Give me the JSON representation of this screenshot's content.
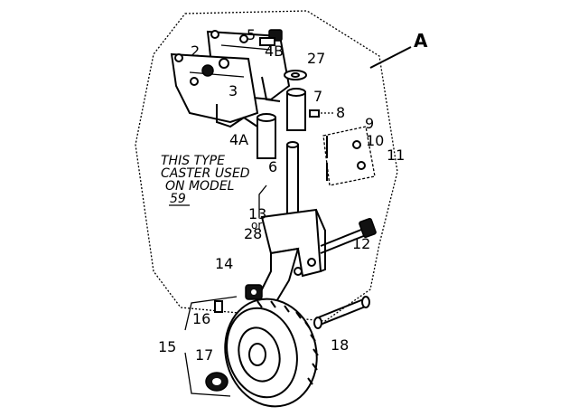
{
  "callouts": {
    "a": "A",
    "n2": "2",
    "n3": "3",
    "n4a": "4A",
    "n4b": "4B",
    "n5": "5",
    "n6": "6",
    "n7": "7",
    "n8": "8",
    "n9": "9",
    "n10": "10",
    "n11": "11",
    "n12": "12",
    "n13": "13",
    "n14": "14",
    "n15": "15",
    "n16": "16",
    "n17": "17",
    "n18": "18",
    "n27": "27",
    "n28": "28",
    "or": "or"
  },
  "note": {
    "line1": "THIS TYPE",
    "line2": "CASTER USED",
    "line3": "ON MODEL",
    "line4": "59"
  }
}
